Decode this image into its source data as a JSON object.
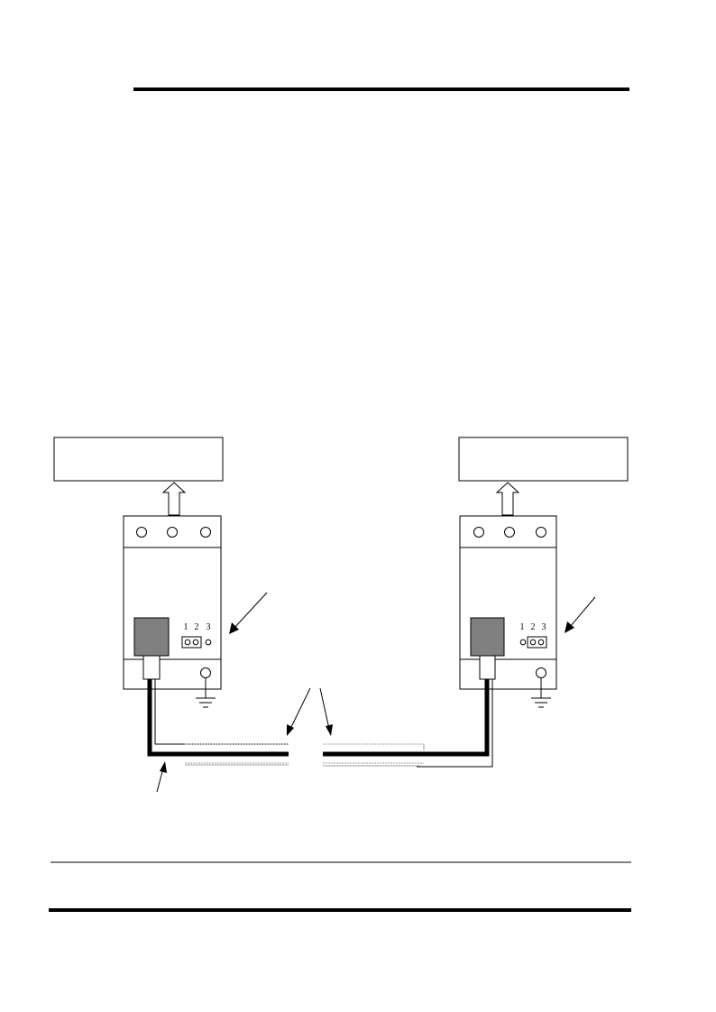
{
  "colors": {
    "ink": "#000000",
    "module_window": "#808080",
    "shield": "#a0a0a0",
    "background": "#ffffff"
  },
  "left_module": {
    "jumper_labels": [
      "1",
      "2",
      "3"
    ],
    "jumper_bridged": "1-2"
  },
  "right_module": {
    "jumper_labels": [
      "1",
      "2",
      "3"
    ],
    "jumper_bridged": "2-3"
  },
  "icons": {
    "ground": "ground-icon",
    "arrow": "pointer-arrow-icon",
    "link": "connection-arrow-icon"
  }
}
